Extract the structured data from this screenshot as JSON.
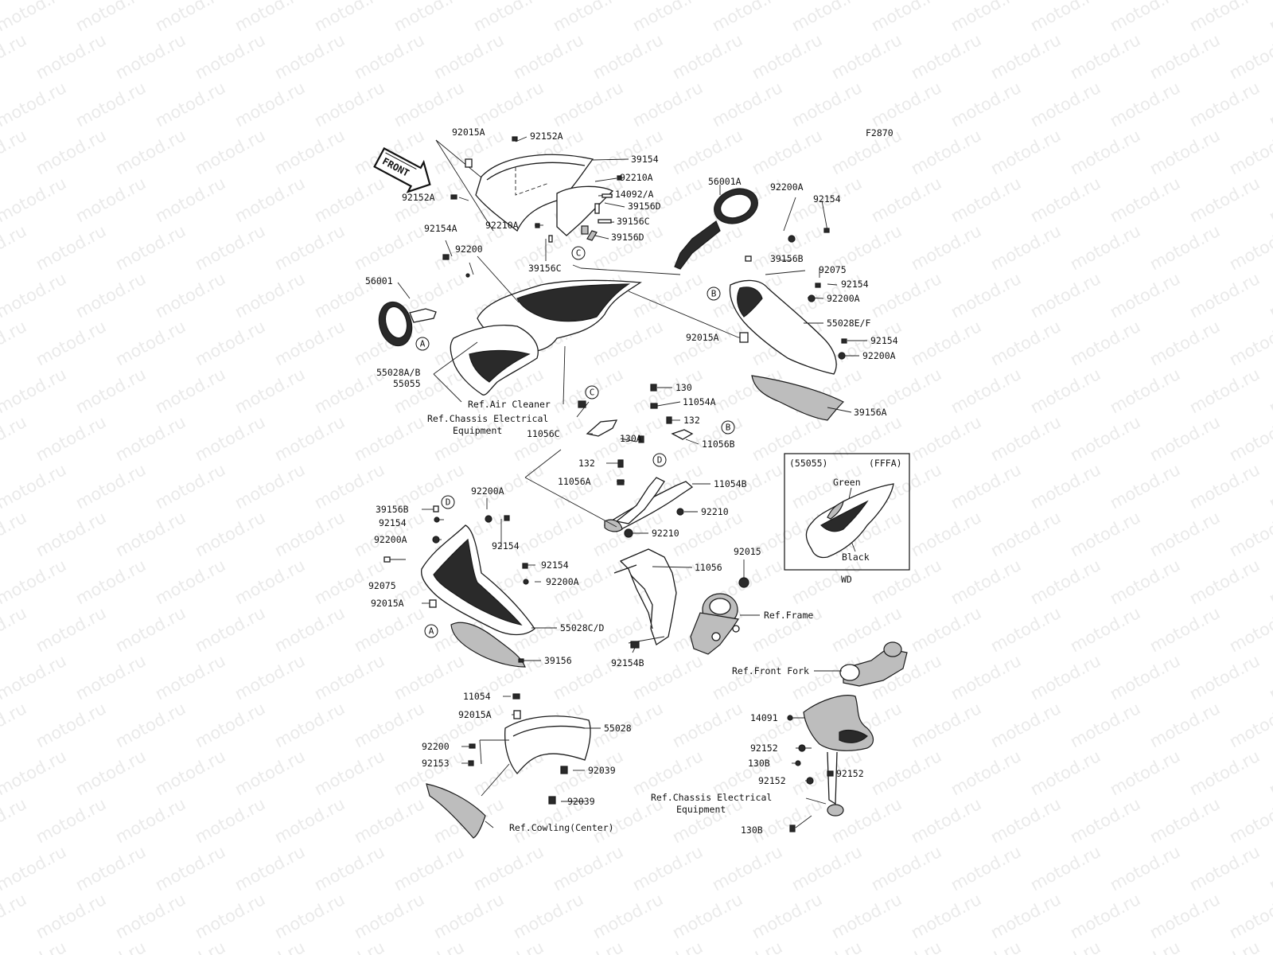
{
  "figure_code": "F2870",
  "watermark": "motod.ru",
  "front_arrow_label": "FRONT",
  "labels": {
    "l_92015A_top": "92015A",
    "l_92152A_top": "92152A",
    "l_39154": "39154",
    "l_92210A_1": "92210A",
    "l_14092A": "14092/A",
    "l_39156D_1": "39156D",
    "l_39156C_1": "39156C",
    "l_92152A_left": "92152A",
    "l_92210A_2": "92210A",
    "l_39156D_2": "39156D",
    "l_39156C_2": "39156C",
    "l_56001A": "56001A",
    "l_92200A_r1": "92200A",
    "l_92154_r1": "92154",
    "l_92154A": "92154A",
    "l_92200_l": "92200",
    "l_39156B_r": "39156B",
    "l_92075_r": "92075",
    "l_92154_r2": "92154",
    "l_92200A_r2": "92200A",
    "l_56001": "56001",
    "l_55028EF": "55028E/F",
    "l_92015A_mid": "92015A",
    "l_92154_r3": "92154",
    "l_92200A_r3": "92200A",
    "l_55028AB": "55028A/B",
    "l_55055": "55055",
    "l_130": "130",
    "l_11054A": "11054A",
    "l_39156A": "39156A",
    "l_132_a": "132",
    "l_130A": "130A",
    "l_11056B": "11056B",
    "l_11056C": "11056C",
    "l_132_b": "132",
    "l_11056A": "11056A",
    "l_11054B": "11054B",
    "l_92210_a": "92210",
    "l_92210_b": "92210",
    "l_39156B_l": "39156B",
    "l_92200A_l1": "92200A",
    "l_92154_l1": "92154",
    "l_92200A_l2": "92200A",
    "l_92154_l2": "92154",
    "l_92075_l": "92075",
    "l_92154_l3": "92154",
    "l_92200A_l3": "92200A",
    "l_92015A_l": "92015A",
    "l_55028CD": "55028C/D",
    "l_39156": "39156",
    "l_11056": "11056",
    "l_92015": "92015",
    "l_92154B": "92154B",
    "l_11054": "11054",
    "l_92015A_bot": "92015A",
    "l_55028": "55028",
    "l_92200_bot": "92200",
    "l_92153": "92153",
    "l_92039_a": "92039",
    "l_92039_b": "92039",
    "l_14091": "14091",
    "l_92152_a": "92152",
    "l_130B_a": "130B",
    "l_92152_b": "92152",
    "l_92152_c": "92152",
    "l_130B_b": "130B"
  },
  "refs": {
    "air_cleaner": "Ref.Air Cleaner",
    "chassis_electrical_1a": "Ref.Chassis Electrical",
    "chassis_electrical_1b": "Equipment",
    "frame": "Ref.Frame",
    "front_fork": "Ref.Front Fork",
    "chassis_electrical_2a": "Ref.Chassis Electrical",
    "chassis_electrical_2b": "Equipment",
    "cowling_center": "Ref.Cowling(Center)"
  },
  "callout_letters": {
    "a1": "A",
    "a2": "A",
    "b1": "B",
    "b2": "B",
    "c1": "C",
    "c2": "C",
    "d1": "D",
    "d2": "D"
  },
  "inset": {
    "part": "(55055)",
    "code": "(FFFA)",
    "green": "Green",
    "black": "Black",
    "caption": "WD"
  }
}
